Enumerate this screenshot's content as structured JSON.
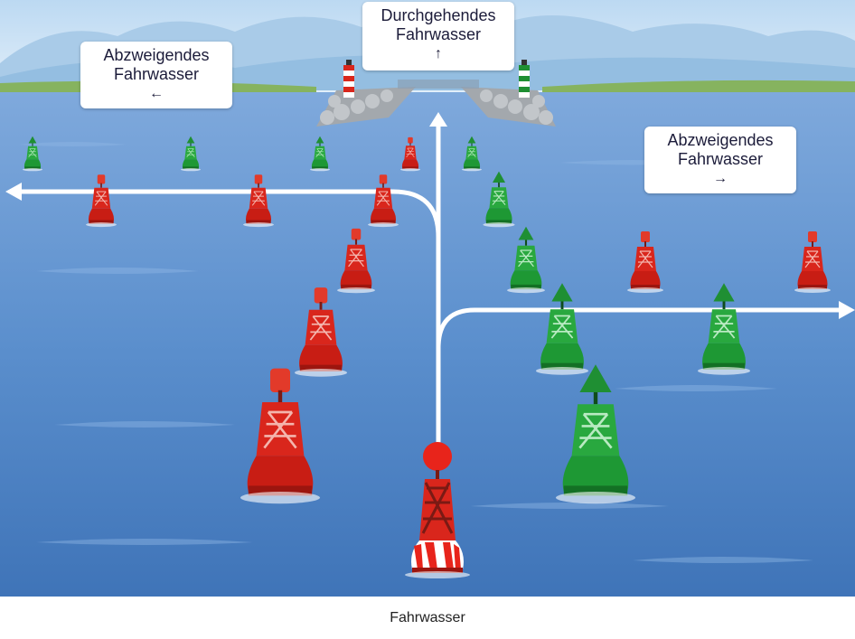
{
  "labels": {
    "left": {
      "line1": "Abzweigendes",
      "line2": "Fahrwasser",
      "arrow": "←"
    },
    "center": {
      "line1": "Durchgehendes",
      "line2": "Fahrwasser",
      "arrow": "↑"
    },
    "right": {
      "line1": "Abzweigendes",
      "line2": "Fahrwasser",
      "arrow": "→"
    }
  },
  "caption": "Fahrwasser",
  "colors": {
    "sky": "#cfe4f7",
    "mountains": "#9cc3e4",
    "land": "#7fae5a",
    "water": "#4f86c6",
    "route": "#ffffff",
    "port_buoy": "#d9261c",
    "starboard_buoy": "#22a03a",
    "label_text": "#1c1c3a"
  },
  "icons": [
    "red-port-buoy-icon",
    "green-starboard-buoy-icon",
    "red-white-safe-water-buoy-icon",
    "harbour-pier-icon",
    "lighthouse-icon"
  ]
}
